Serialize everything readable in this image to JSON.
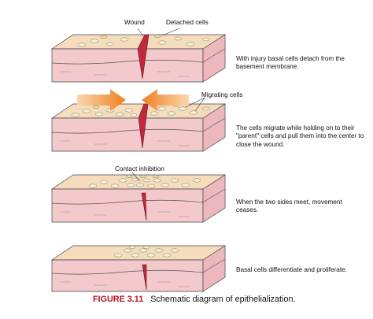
{
  "labels": {
    "wound": "Wound",
    "detached_cells": "Detached cells",
    "migrating_cells": "Migrating cells",
    "contact_inhibition": "Contact inhibition"
  },
  "panels": [
    {
      "caption": "With injury basal cells detach from the basement membrane."
    },
    {
      "caption": "The cells migrate while holding on to their \"parent\" cells and pull them into the center to close the wound."
    },
    {
      "caption": "When the two sides meet, movement ceases."
    },
    {
      "caption": "Basal cells differentiate and proliferate."
    }
  ],
  "figure": {
    "number": "FIGURE 3.11",
    "title": "Schematic diagram of epithelialization."
  },
  "colors": {
    "skin_top": "#f3d9b8",
    "skin_front": "#f2c6ca",
    "wound": "#c0283d",
    "arrow": "#f08a2a",
    "figure_number": "#b5152a"
  }
}
